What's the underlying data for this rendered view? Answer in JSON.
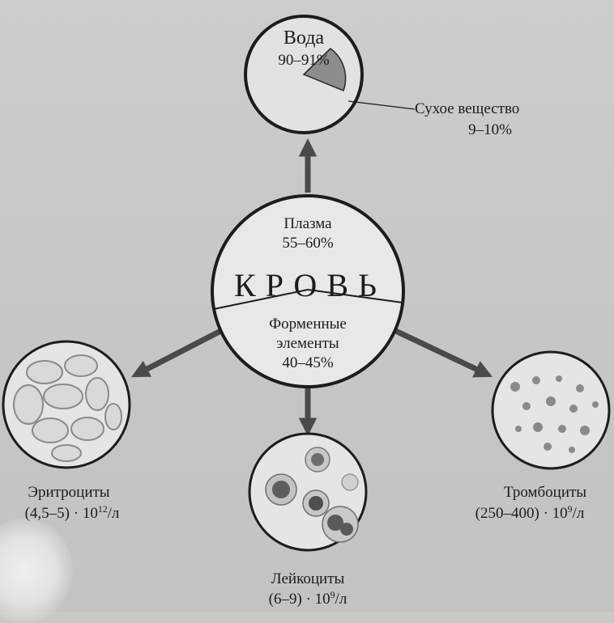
{
  "blood": {
    "title": "КРОВЬ",
    "plasma_label": "Плазма",
    "plasma_share": "55–60%",
    "formed_label_line1": "Форменные",
    "formed_label_line2": "элементы",
    "formed_share": "40–45%"
  },
  "water": {
    "label": "Вода",
    "share": "90–91%",
    "dry_label": "Сухое вещество",
    "dry_share": "9–10%"
  },
  "cells": {
    "erythrocytes": {
      "label": "Эритроциты",
      "count_base": "(4,5–5) · 10",
      "count_exp": "12",
      "count_unit": "/л"
    },
    "leukocytes": {
      "label": "Лейкоциты",
      "count_base": "(6–9) · 10",
      "count_exp": "9",
      "count_unit": "/л"
    },
    "platelets": {
      "label": "Тромбоциты",
      "count_base": "(250–400) · 10",
      "count_exp": "9",
      "count_unit": "/л"
    }
  },
  "colors": {
    "ink": "#1c1c1c",
    "arrow": "#4a4a4a",
    "circle_fill": "#e6e6e3",
    "pie_dry_fill": "#8d8d8a"
  }
}
